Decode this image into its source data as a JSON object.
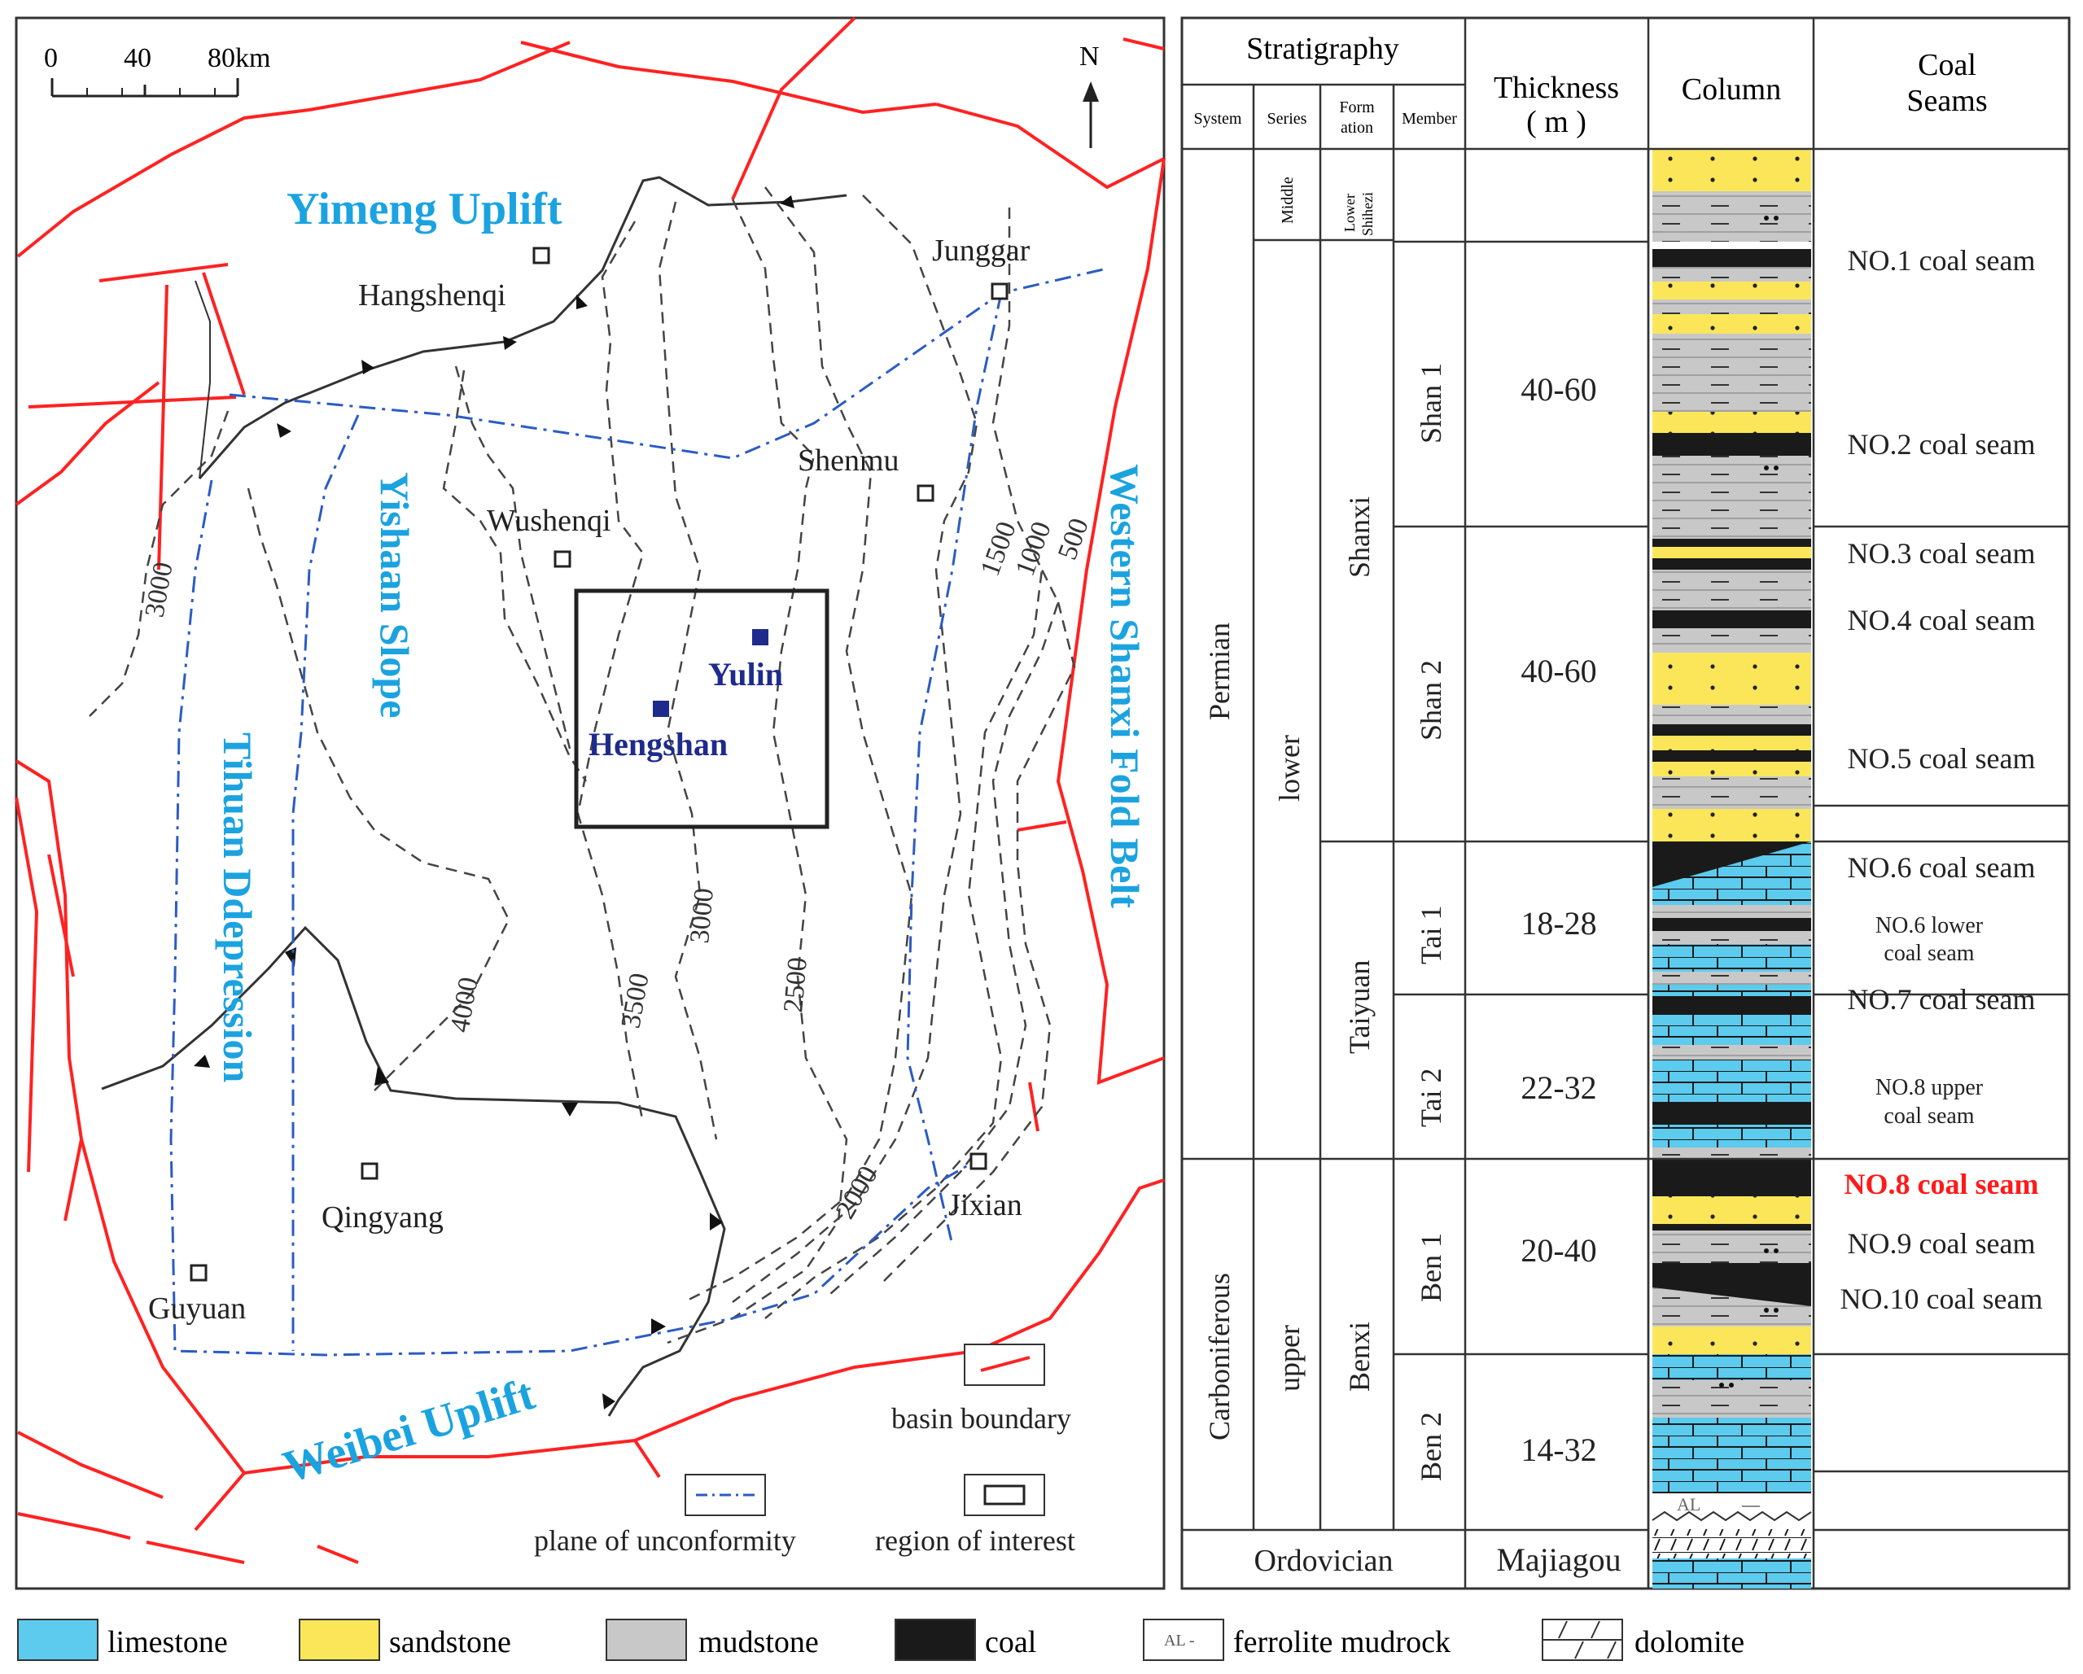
{
  "map": {
    "scale_labels": [
      "0",
      "40",
      "80km"
    ],
    "north": "N",
    "regions": {
      "yimeng": "Yimeng Uplift",
      "yishaan": "Yishaan Slope",
      "western": "Western Shanxi Fold Belt",
      "tihuan": "Tihuan Ddepression",
      "weibei": "Weibei Uplift"
    },
    "cities": {
      "hangshenqi": "Hangshenqi",
      "junggar": "Junggar",
      "shenmu": "Shenmu",
      "wushenqi": "Wushenqi",
      "yulin": "Yulin",
      "hengshan": "Hengshan",
      "qingyang": "Qingyang",
      "jixian": "Jixian",
      "guyuan": "Guyuan"
    },
    "contours": [
      "3000",
      "4000",
      "3500",
      "3000",
      "2500",
      "2000",
      "1500",
      "1000",
      "500"
    ],
    "legend": {
      "basin_boundary": "basin boundary",
      "unconformity": "plane of unconformity",
      "region": "region of interest"
    },
    "colors": {
      "fault": "#ff2222",
      "region_label": "#1ba3e0",
      "unconformity": "#2b5cc4",
      "city_blue": "#1e2b8c"
    }
  },
  "column": {
    "headers": {
      "stratigraphy": "Stratigraphy",
      "thickness_1": "Thickness",
      "thickness_2": "( m )",
      "column": "Column",
      "coal_1": "Coal",
      "coal_2": "Seams",
      "system": "System",
      "series": "Series",
      "formation_1": "Form",
      "formation_2": "ation",
      "member": "Member"
    },
    "systems": {
      "permian": "Permian",
      "carboniferous": "Carboniferous"
    },
    "series": {
      "middle": "Middle",
      "lower": "lower",
      "upper": "upper"
    },
    "formations": {
      "lower_shihezi_1": "Lower",
      "lower_shihezi_2": "Shihezi",
      "shanxi": "Shanxi",
      "taiyuan": "Taiyuan",
      "benxi": "Benxi"
    },
    "members": [
      "Shan 1",
      "Shan 2",
      "Tai 1",
      "Tai 2",
      "Ben 1",
      "Ben 2"
    ],
    "thickness": [
      "40-60",
      "40-60",
      "18-28",
      "22-32",
      "20-40",
      "14-32"
    ],
    "base": {
      "ordovician": "Ordovician",
      "majiagou": "Majiagou",
      "al_mark": "AL",
      "al_dash": "—"
    },
    "seams": {
      "s1": "NO.1 coal seam",
      "s2": "NO.2 coal seam",
      "s3": "NO.3 coal seam",
      "s4": "NO.4 coal seam",
      "s5": "NO.5 coal seam",
      "s6": "NO.6 coal seam",
      "s6l_1": "NO.6 lower",
      "s6l_2": "coal seam",
      "s7": "NO.7 coal seam",
      "s8u_1": "NO.8 upper",
      "s8u_2": "coal seam",
      "s8": "NO.8 coal seam",
      "s9": "NO.9 coal seam",
      "s10": "NO.10 coal seam"
    },
    "colors": {
      "limestone": "#5ccbee",
      "sandstone": "#fbe65a",
      "mudstone": "#c8c8c8",
      "coal": "#1a1a1a",
      "highlight": "#ff1a1a"
    }
  },
  "legend": {
    "limestone": "limestone",
    "sandstone": "sandstone",
    "mudstone": "mudstone",
    "coal": "coal",
    "al_label": "AL -",
    "ferrolite": "ferrolite  mudrock",
    "dolomite": "dolomite"
  }
}
